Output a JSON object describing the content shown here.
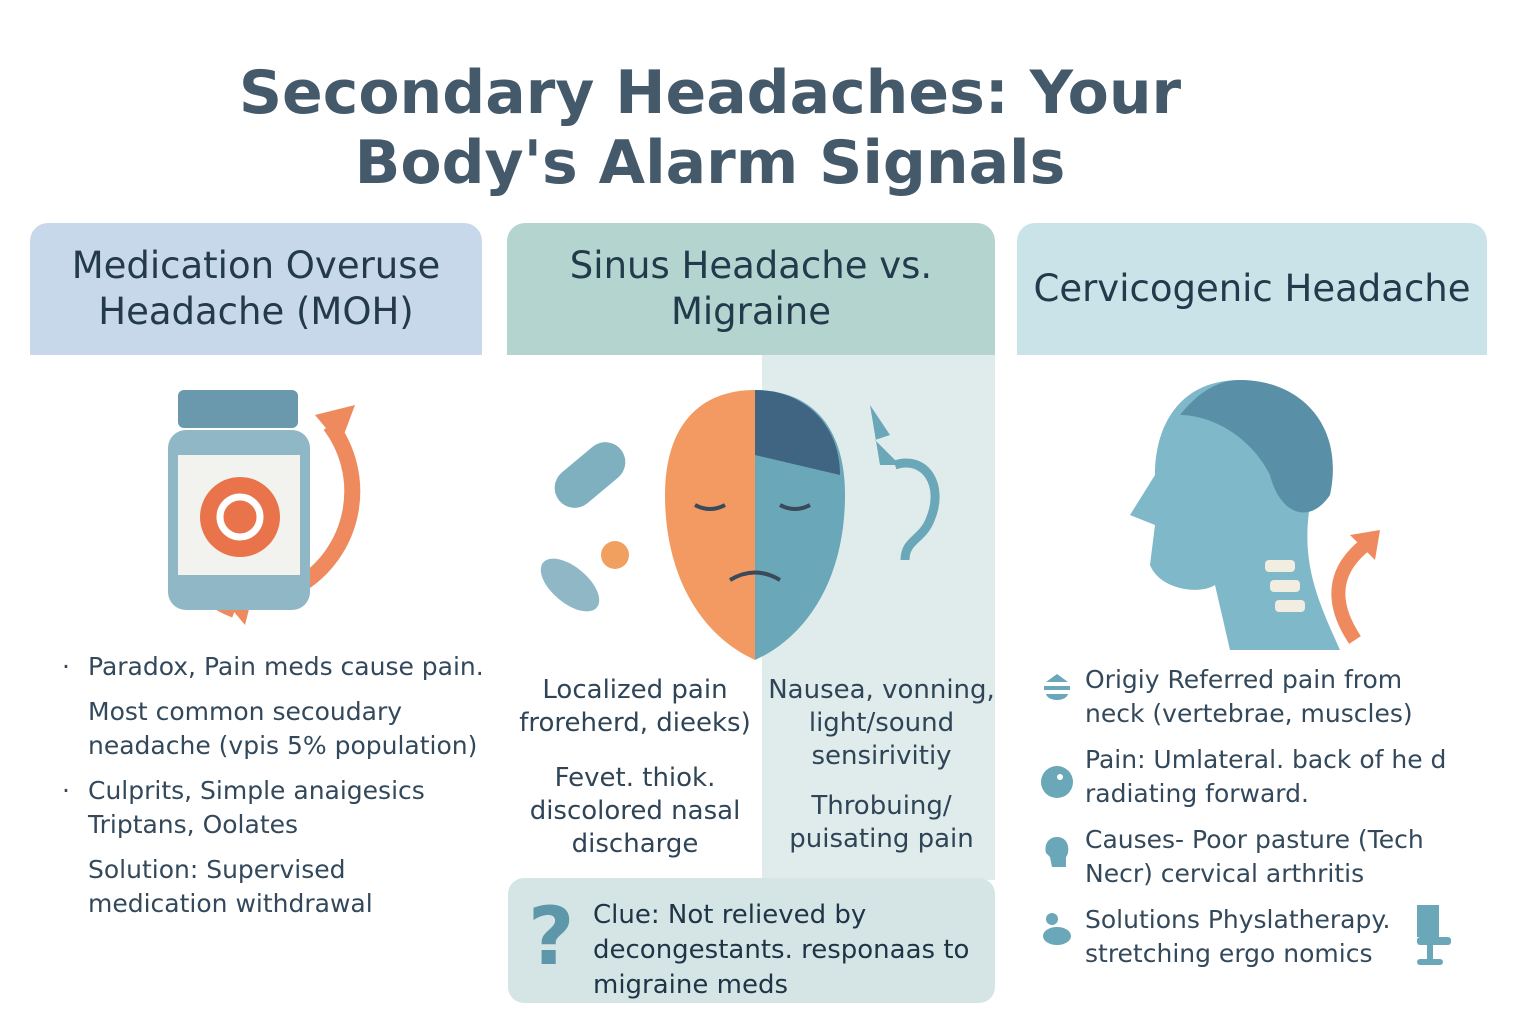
{
  "title": "Secondary Headaches: Your Body's Alarm Signals",
  "columns": [
    {
      "header": "Medication Overuse Headache (MOH)",
      "items": [
        "Paradox, Pain meds cause pain.",
        "Most common secoudary neadache (vpis 5% population)",
        "Culprits, Simple anaigesics Triptans, Oolates",
        "Solution: Supervised medication withdrawal"
      ]
    },
    {
      "header": "Sinus Headache vs. Migraine",
      "sinus": [
        "Localized pain froreherd, dieeks)",
        "Fevet. thiok. discolored nasal discharge"
      ],
      "migraine": [
        "Nausea, vonning, light/sound sensirivitiy",
        "Throbuing/ puisating pain"
      ],
      "clue": "Clue: Not relieved by decongestants. responaas to migraine meds"
    },
    {
      "header": "Cervicogenic Headache",
      "items": [
        "Origiy Referred pain from neck (vertebrae, muscles)",
        "Pain: Umlateral. back of he d radiating forward.",
        "Causes- Poor pasture (Tech Necr) cervical arthritis",
        "Solutions Physlatherapy. stretching ergo nomics"
      ]
    }
  ],
  "colors": {
    "header1": "#c7d8ea",
    "header2": "#b4d5cf",
    "header3": "#c9e3e8",
    "accent": "#ee8a5e",
    "teal": "#6aa7b8"
  }
}
